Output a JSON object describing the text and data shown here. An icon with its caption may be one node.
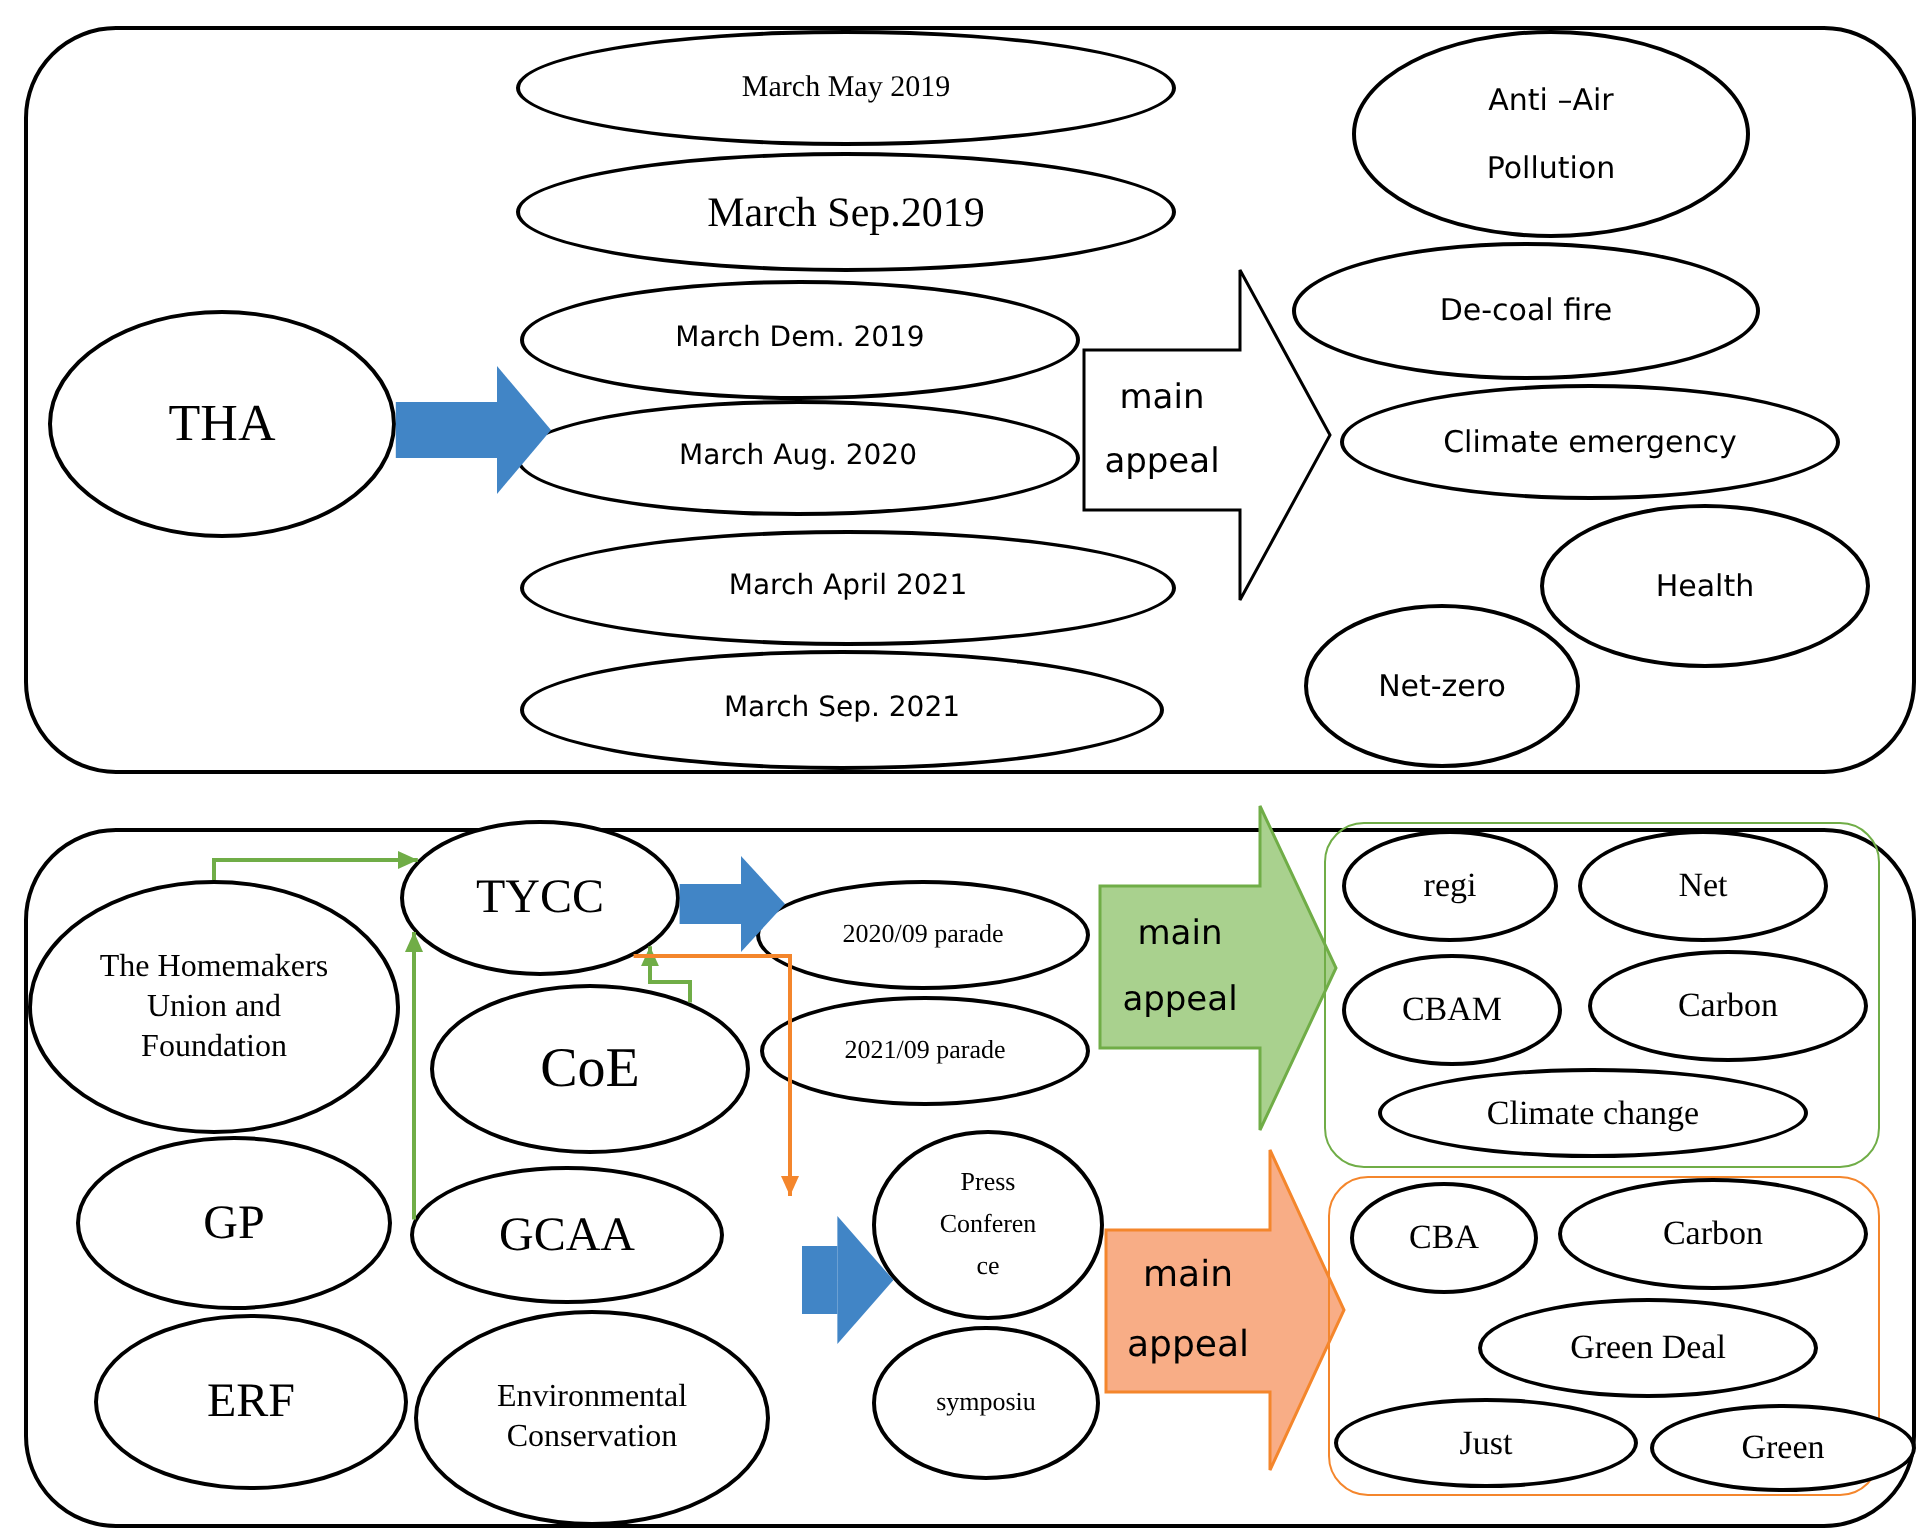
{
  "diagram": {
    "nodes": [
      {
        "text": [],
        "shape": "box"
      },
      {
        "text": [
          "THA"
        ],
        "in": 0
      },
      {
        "text": [
          "March May 2019"
        ],
        "in": 0
      },
      {
        "text": [
          "March Sep.2019"
        ],
        "in": 0
      },
      {
        "text": [
          "March Dem. 2019"
        ],
        "in": 0
      },
      {
        "text": [
          "March Aug. 2020"
        ],
        "in": 0
      },
      {
        "text": [
          "March April 2021"
        ],
        "in": 0
      },
      {
        "text": [
          "March Sep. 2021"
        ],
        "in": 0
      },
      {
        "text": [
          "main appeal"
        ],
        "in": 0
      },
      {
        "text": [
          "Anti –Air Pollution"
        ],
        "in": 0
      },
      {
        "text": [
          "De-coal fire"
        ],
        "in": 0
      },
      {
        "text": [
          "Climate emergency"
        ],
        "in": 0
      },
      {
        "text": [
          "Health"
        ],
        "in": 0
      },
      {
        "text": [
          "Net-zero"
        ],
        "in": 0
      },
      {
        "text": [],
        "shape": "box"
      },
      {
        "text": [
          "The Homemakers Union and Foundation"
        ],
        "in": 14
      },
      {
        "text": [
          "TYCC"
        ],
        "in": 14
      },
      {
        "text": [
          "CoE"
        ],
        "in": 14
      },
      {
        "text": [
          "GP"
        ],
        "in": 14
      },
      {
        "text": [
          "GCAA"
        ],
        "in": 14
      },
      {
        "text": [
          "ERF"
        ],
        "in": 14
      },
      {
        "text": [
          "Environmental Conservation"
        ],
        "in": 14
      },
      {
        "text": [
          "2020/09 parade"
        ],
        "in": 14
      },
      {
        "text": [
          "2021/09 parade"
        ],
        "in": 14
      },
      {
        "text": [
          "Press Conference"
        ],
        "in": 14
      },
      {
        "text": [
          "symposiu"
        ],
        "in": 14
      },
      {
        "text": [
          "main appeal"
        ],
        "in": 14
      },
      {
        "text": [
          "main appeal"
        ],
        "in": 14
      },
      {
        "text": [],
        "shape": "box",
        "in": 14
      },
      {
        "text": [
          "regi"
        ],
        "in": 28
      },
      {
        "text": [
          "Net"
        ],
        "in": 28
      },
      {
        "text": [
          "CBAM"
        ],
        "in": 28
      },
      {
        "text": [
          "Carbon"
        ],
        "in": 28
      },
      {
        "text": [
          "Climate change"
        ],
        "in": 28
      },
      {
        "text": [],
        "shape": "box",
        "in": 14
      },
      {
        "text": [
          "CBA"
        ],
        "in": 34
      },
      {
        "text": [
          "Carbon"
        ],
        "in": 34
      },
      {
        "text": [
          "Green Deal"
        ],
        "in": 34
      },
      {
        "text": [
          "Just"
        ],
        "in": 34
      },
      {
        "text": [
          "Green"
        ],
        "in": 14
      }
    ],
    "edges": [
      {
        "from": 1,
        "to": 5,
        "arrow": "to",
        "style": "thick",
        "color": "#4185c6"
      },
      {
        "from": 15,
        "to": 16,
        "arrow": "to",
        "color": "#70ad47"
      },
      {
        "from": 19,
        "to": 16,
        "arrow": "to",
        "color": "#70ad47"
      },
      {
        "from": 17,
        "to": 16,
        "arrow": "to",
        "color": "#70ad47"
      },
      {
        "from": 16,
        "to": null,
        "arrow": "to",
        "color": "#f4862c"
      },
      {
        "from": 16,
        "to": 22,
        "arrow": "to",
        "style": "thick",
        "color": "#4185c6"
      },
      {
        "from": null,
        "to": 24,
        "arrow": "to",
        "style": "thick",
        "color": "#4185c6"
      }
    ]
  }
}
